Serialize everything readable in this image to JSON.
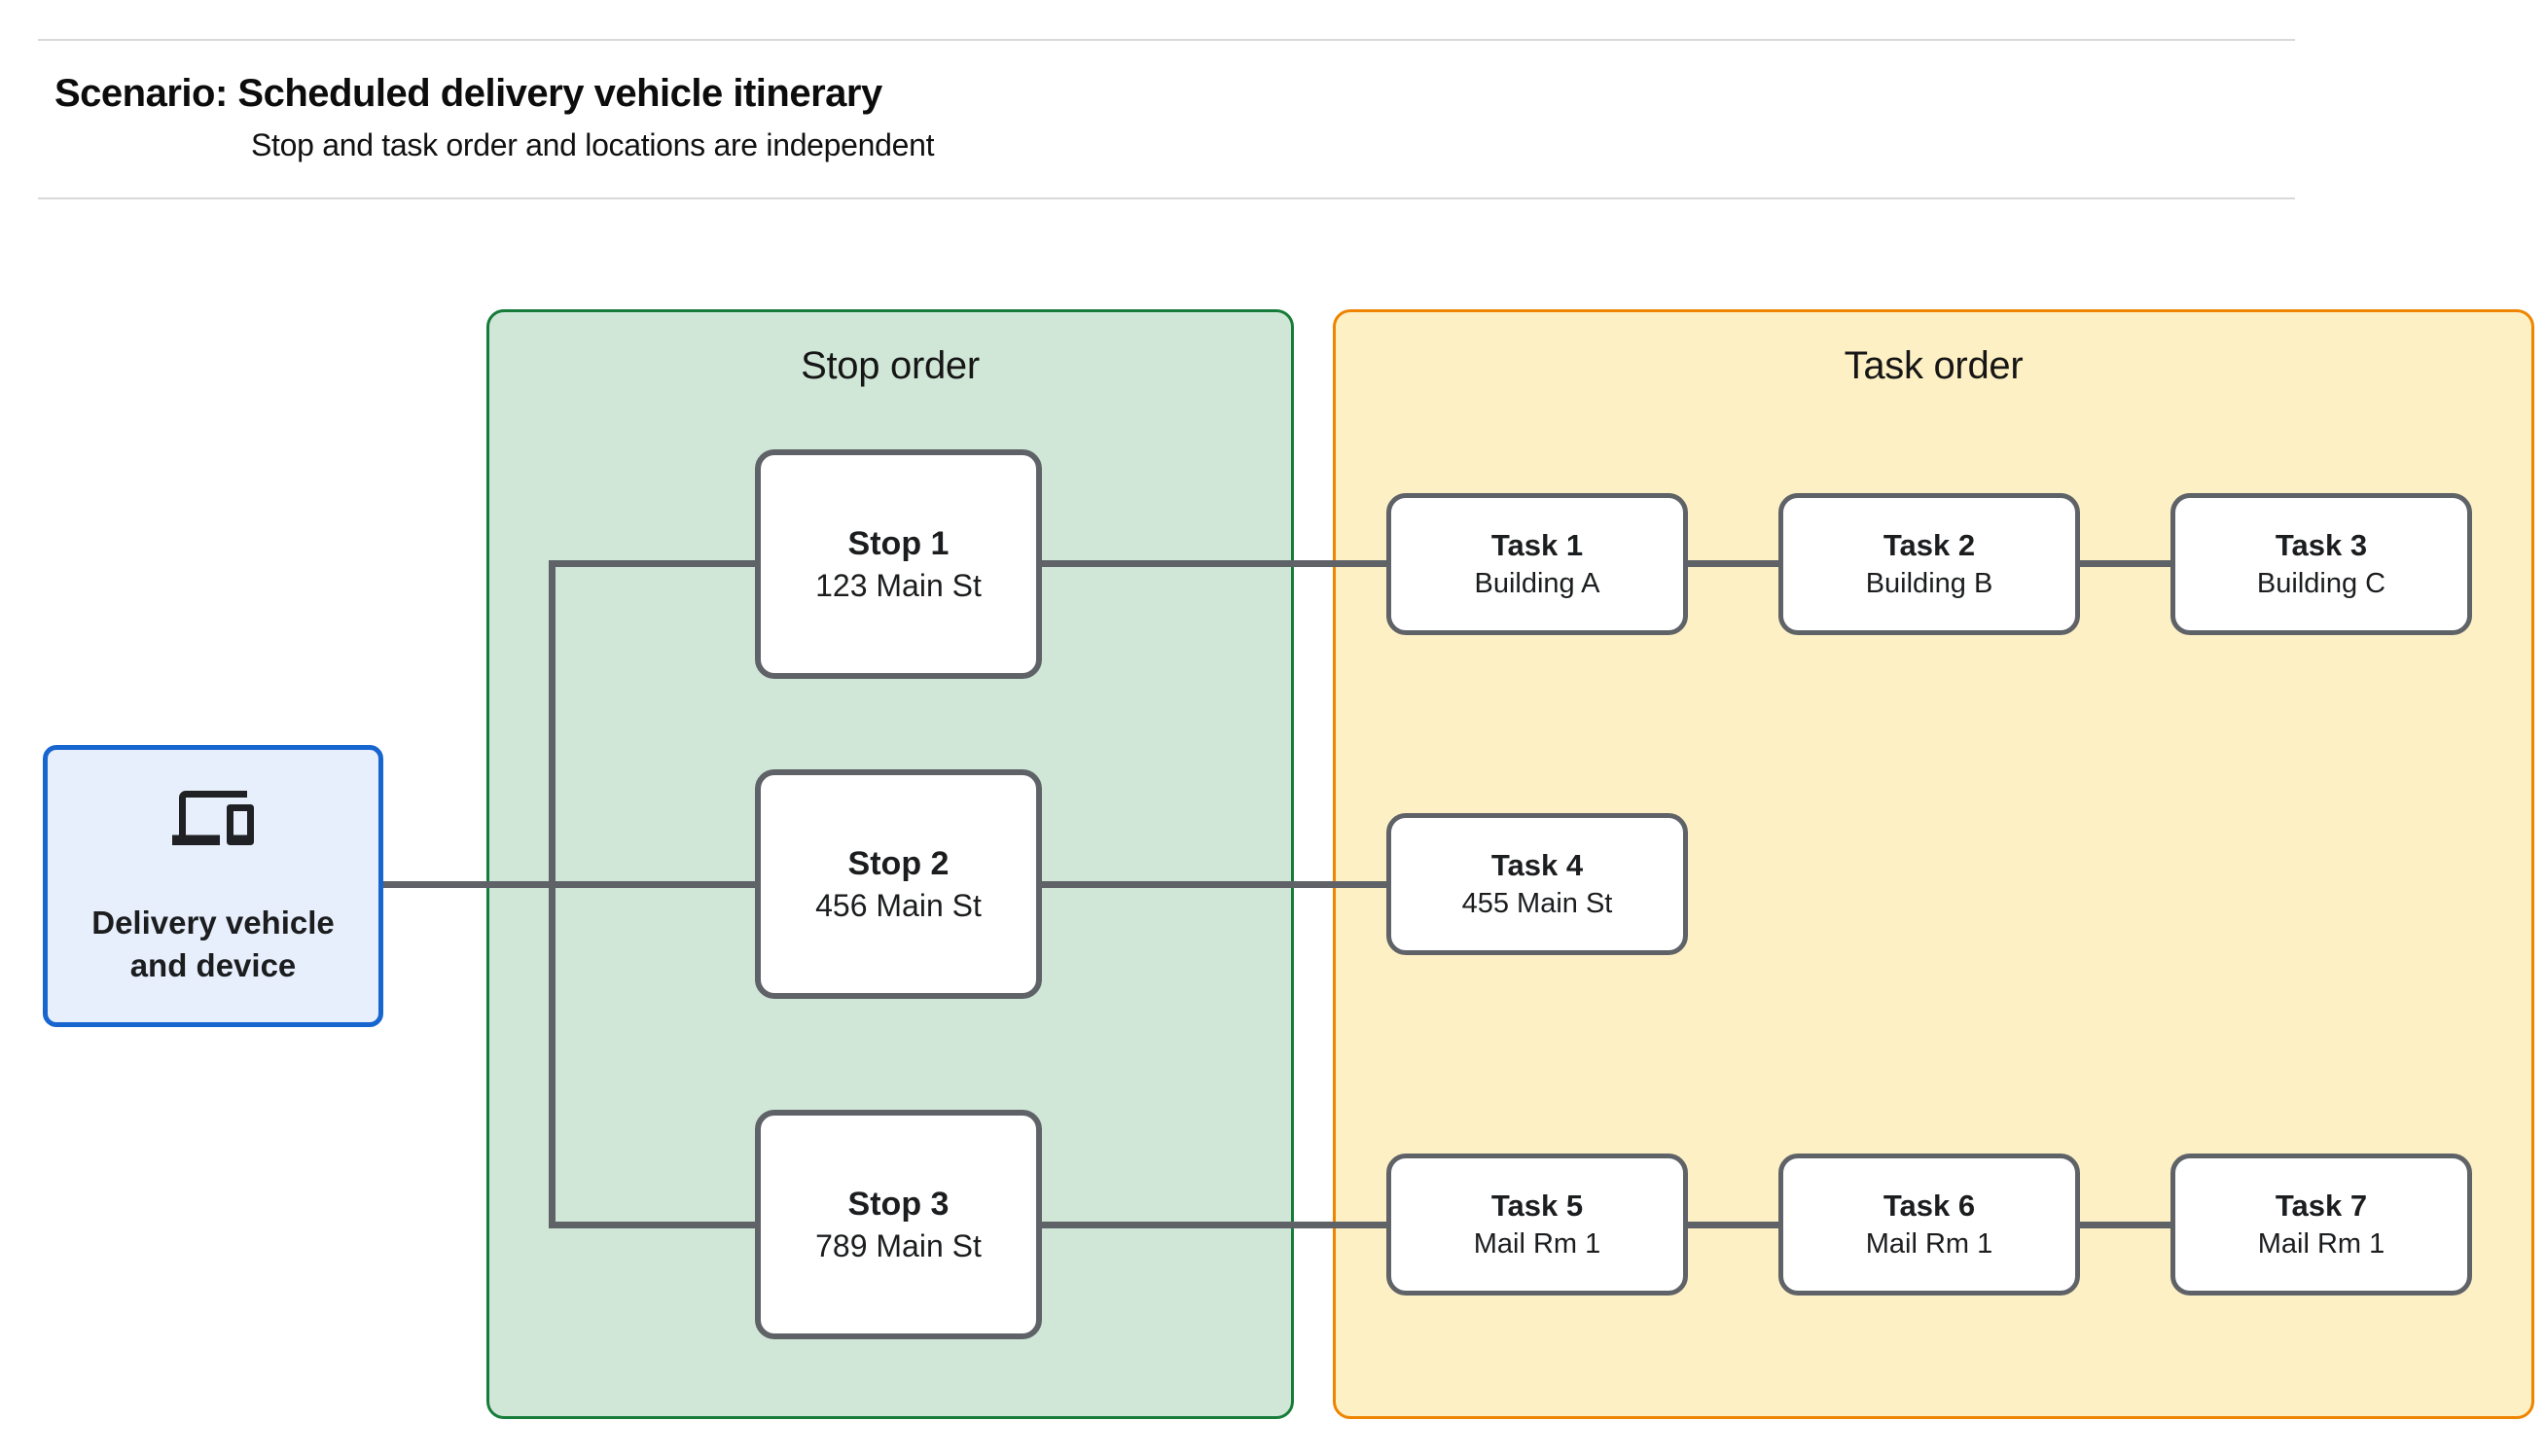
{
  "header": {
    "title": "Scenario: Scheduled delivery vehicle itinerary",
    "subtitle": "Stop and task order and locations are independent"
  },
  "source_node": {
    "label": "Delivery vehicle and device",
    "icon": "devices-icon"
  },
  "panels": {
    "stop_order": {
      "title": "Stop order",
      "fill": "#d0e7d8",
      "border": "#177c3a"
    },
    "task_order": {
      "title": "Task order",
      "fill": "#fdf0c4",
      "border": "#ee8400"
    }
  },
  "stops": [
    {
      "name": "Stop 1",
      "location": "123 Main St"
    },
    {
      "name": "Stop 2",
      "location": "456 Main St"
    },
    {
      "name": "Stop 3",
      "location": "789 Main St"
    }
  ],
  "task_rows": [
    [
      {
        "name": "Task 1",
        "location": "Building A"
      },
      {
        "name": "Task 2",
        "location": "Building B"
      },
      {
        "name": "Task 3",
        "location": "Building C"
      }
    ],
    [
      {
        "name": "Task 4",
        "location": "455 Main St"
      }
    ],
    [
      {
        "name": "Task 5",
        "location": "Mail Rm 1"
      },
      {
        "name": "Task 6",
        "location": "Mail Rm 1"
      },
      {
        "name": "Task 7",
        "location": "Mail Rm 1"
      }
    ]
  ],
  "colors": {
    "node_border_gray": "#5f6368",
    "connector_gray": "#5f6368",
    "source_fill": "#e8effc",
    "source_border": "#1765cf",
    "text": "#202124",
    "divider": "#d9d9d9"
  }
}
